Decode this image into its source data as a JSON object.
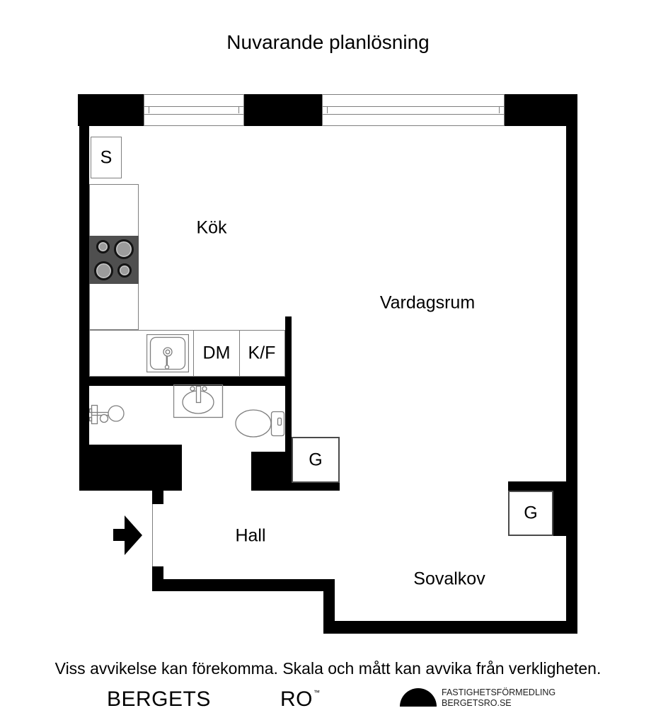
{
  "title": "Nuvarande planlösning",
  "plan": {
    "rooms": {
      "kitchen": "Kök",
      "living_room": "Vardagsrum",
      "hall": "Hall",
      "sleeping_alcove": "Sovalkov"
    },
    "labels": {
      "closet": "S",
      "dishwasher": "DM",
      "fridge_freezer": "K/F",
      "wardrobe_hall": "G",
      "wardrobe_alcove": "G"
    }
  },
  "footer": {
    "disclaimer": "Viss avvikelse kan förekomma. Skala och mått kan avvika från verkligheten.",
    "brand": {
      "left": "BERGETS",
      "right": "RO",
      "tm": "™"
    },
    "agency": {
      "line1": "FASTIGHETSFÖRMEDLING",
      "line2": "BERGETSRO.SE"
    }
  },
  "colors": {
    "wall": "#000000",
    "fixture_line": "#7e7e7e",
    "stove_body": "#4f4f4f",
    "burner": "#9c9c9c"
  }
}
